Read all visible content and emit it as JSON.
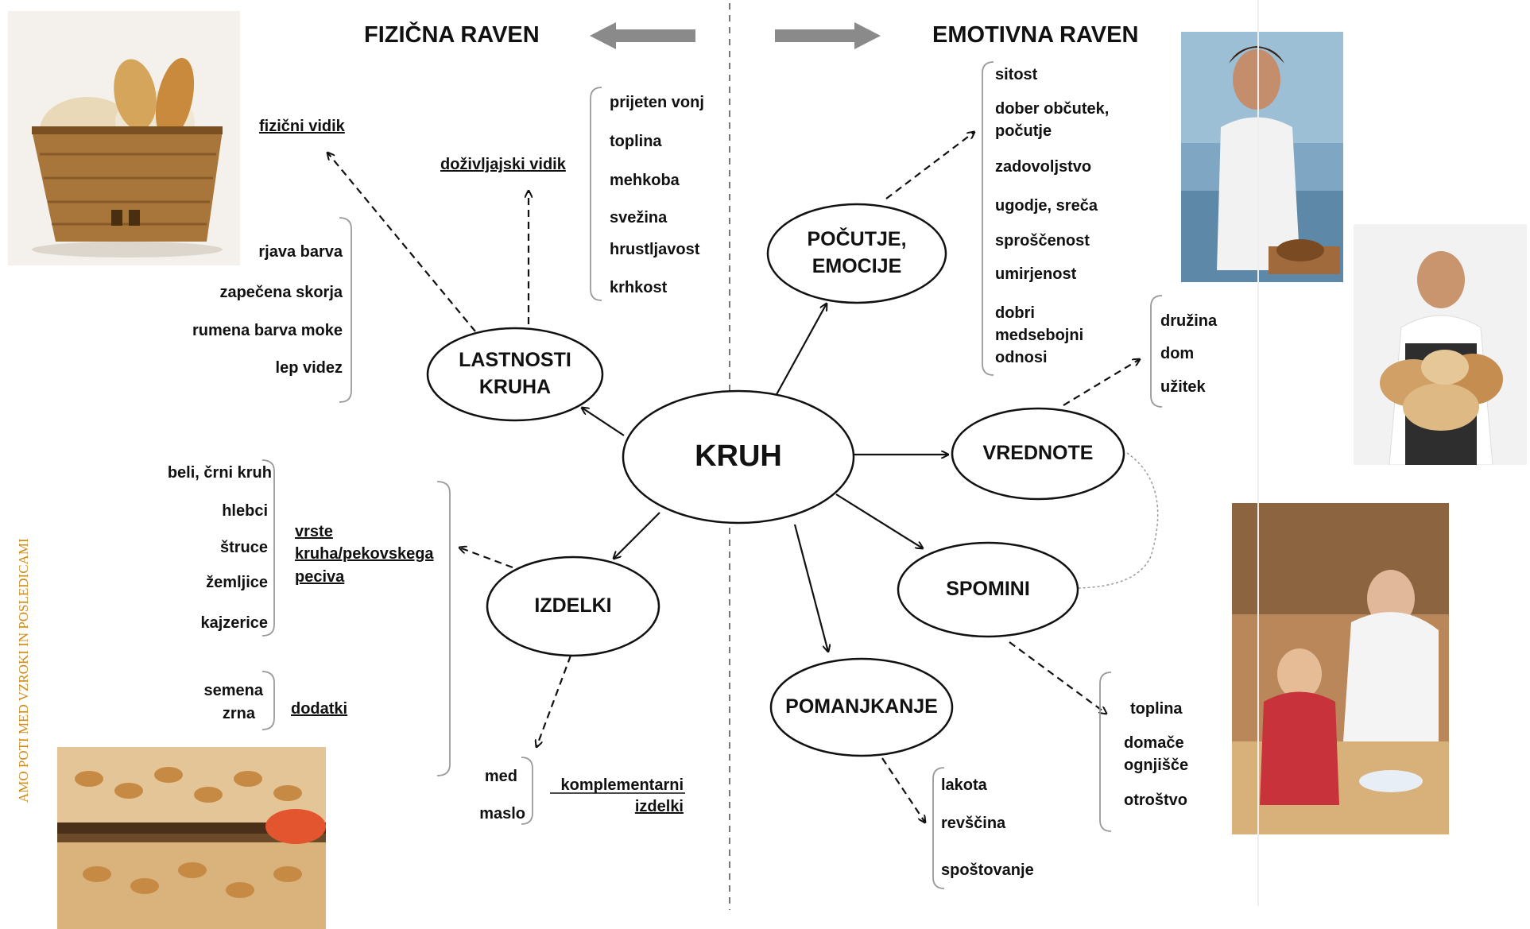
{
  "headers": {
    "left": "FIZIČNA RAVEN",
    "right": "EMOTIVNA RAVEN"
  },
  "center": "KRUH",
  "nodes": {
    "lastnosti": [
      "LASTNOSTI",
      "KRUHA"
    ],
    "izdelki": "IZDELKI",
    "pocutje": [
      "POČUTJE,",
      "EMOCIJE"
    ],
    "vrednote": "VREDNOTE",
    "spomini": "SPOMINI",
    "pomanjkanje": "POMANJKANJE"
  },
  "labels": {
    "fizicni_vidik": "fizični vidik",
    "dozivljajski_vidik": "doživljajski vidik",
    "vrste": [
      "vrste",
      "kruha/pekovskega",
      "peciva"
    ],
    "dodatki": "dodatki",
    "komplementarni": [
      "komplementarni",
      "izdelki"
    ]
  },
  "lists": {
    "dozivljajski": [
      "prijeten vonj",
      "toplina",
      "mehkoba",
      "svežina",
      "hrustljavost",
      "krhkost"
    ],
    "fizicni": [
      "rjava barva",
      "zapečena skorja",
      "rumena barva moke",
      "lep videz"
    ],
    "vrste": [
      "beli, črni kruh",
      "hlebci",
      "štruce",
      "žemljice",
      "kajzerice"
    ],
    "dodatki": [
      "semena",
      "zrna"
    ],
    "komplementarni": [
      "med",
      "maslo"
    ],
    "pocutje": {
      "item1": "sitost",
      "item2": [
        "dober občutek,",
        "počutje"
      ],
      "item3": "zadovoljstvo",
      "item4": "ugodje, sreča",
      "item5": "sproščenost",
      "item6": "umirjenost",
      "item7": [
        "dobri",
        "medsebojni",
        "odnosi"
      ]
    },
    "vrednote": [
      "družina",
      "dom",
      "užitek"
    ],
    "spomini": {
      "item1": "toplina",
      "item2": [
        "domače",
        "ognjišče"
      ],
      "item3": "otroštvo"
    },
    "pomanjkanje": [
      "lakota",
      "revščina",
      "spoštovanje"
    ]
  },
  "side_text": "AMO POTI MED VZROKI IN POSLEDICAMI",
  "colors": {
    "arrow_gray": "#8a8a8a",
    "side_text": "#d08a1a",
    "bracket": "#9a9a9a"
  }
}
